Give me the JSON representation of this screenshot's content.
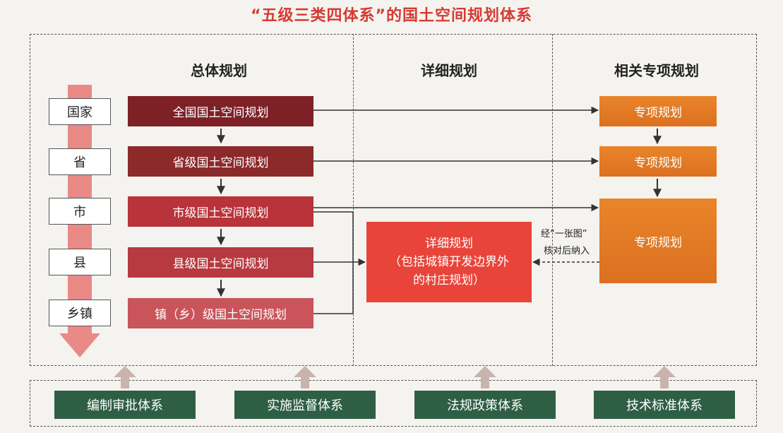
{
  "title": "“五级三类四体系”的国土空间规划体系",
  "columns": {
    "overall": "总体规划",
    "detailed": "详细规划",
    "special": "相关专项规划"
  },
  "levels": [
    "国家",
    "省",
    "市",
    "县",
    "乡镇"
  ],
  "overall_plans": [
    "全国国土空间规划",
    "省级国土空间规划",
    "市级国土空间规划",
    "县级国土空间规划",
    "镇（乡）级国土空间规划"
  ],
  "special_plans": [
    "专项规划",
    "专项规划",
    "专项规划"
  ],
  "detailed_plan": {
    "line1": "详细规划",
    "line2": "（包括城镇开发边界外",
    "line3": "的村庄规划）"
  },
  "note": {
    "line1": "经“一张图”",
    "line2": "核对后纳入"
  },
  "systems": [
    "编制审批体系",
    "实施监督体系",
    "法规政策体系",
    "技术标准体系"
  ],
  "colors": {
    "title": "#d63a32",
    "overall_national": "#7e2127",
    "overall_province": "#8c2a2b",
    "overall_city": "#b8333a",
    "overall_county": "#b73a40",
    "overall_town": "#c9545a",
    "detailed": "#e8443a",
    "special": "#e47b25",
    "system": "#2e5f45",
    "level_arrow": "#e98a86"
  }
}
